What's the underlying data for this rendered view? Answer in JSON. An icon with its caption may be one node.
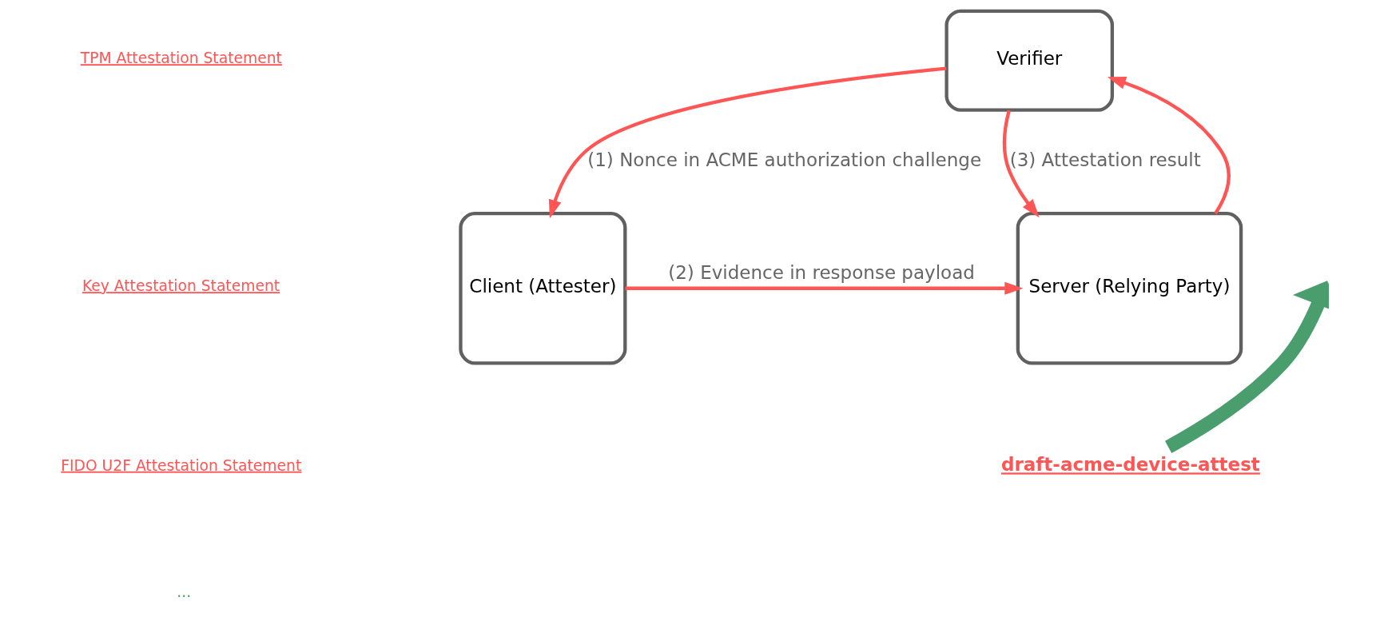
{
  "diagram": {
    "nodes": [
      {
        "text": [
          "Verifier"
        ]
      },
      {
        "text": [
          "Client (Attester)"
        ]
      },
      {
        "text": [
          "Server (Relying Party)"
        ]
      },
      {
        "text": [
          "draft-acme-device-attest"
        ]
      }
    ],
    "edges": [
      {
        "from": 1,
        "to": 2,
        "arrow": "to",
        "label": "(2) Evidence in response payload"
      },
      {
        "from": 2,
        "to": 0,
        "arrow": "to"
      },
      {
        "from": 0,
        "to": 1,
        "arrow": "to",
        "label": "(1) Nonce in ACME authorization challenge"
      },
      {
        "from": 0,
        "to": 2,
        "arrow": "to",
        "label": "(3) Attestation result"
      },
      {
        "from": 3,
        "to": null,
        "arrow": "to",
        "style": "thick",
        "color": "#4a9e6e"
      }
    ],
    "labels": [
      "TPM Attestation Statement",
      "Key Attestation Statement",
      "FIDO U2F Attestation Statement",
      "..."
    ]
  }
}
